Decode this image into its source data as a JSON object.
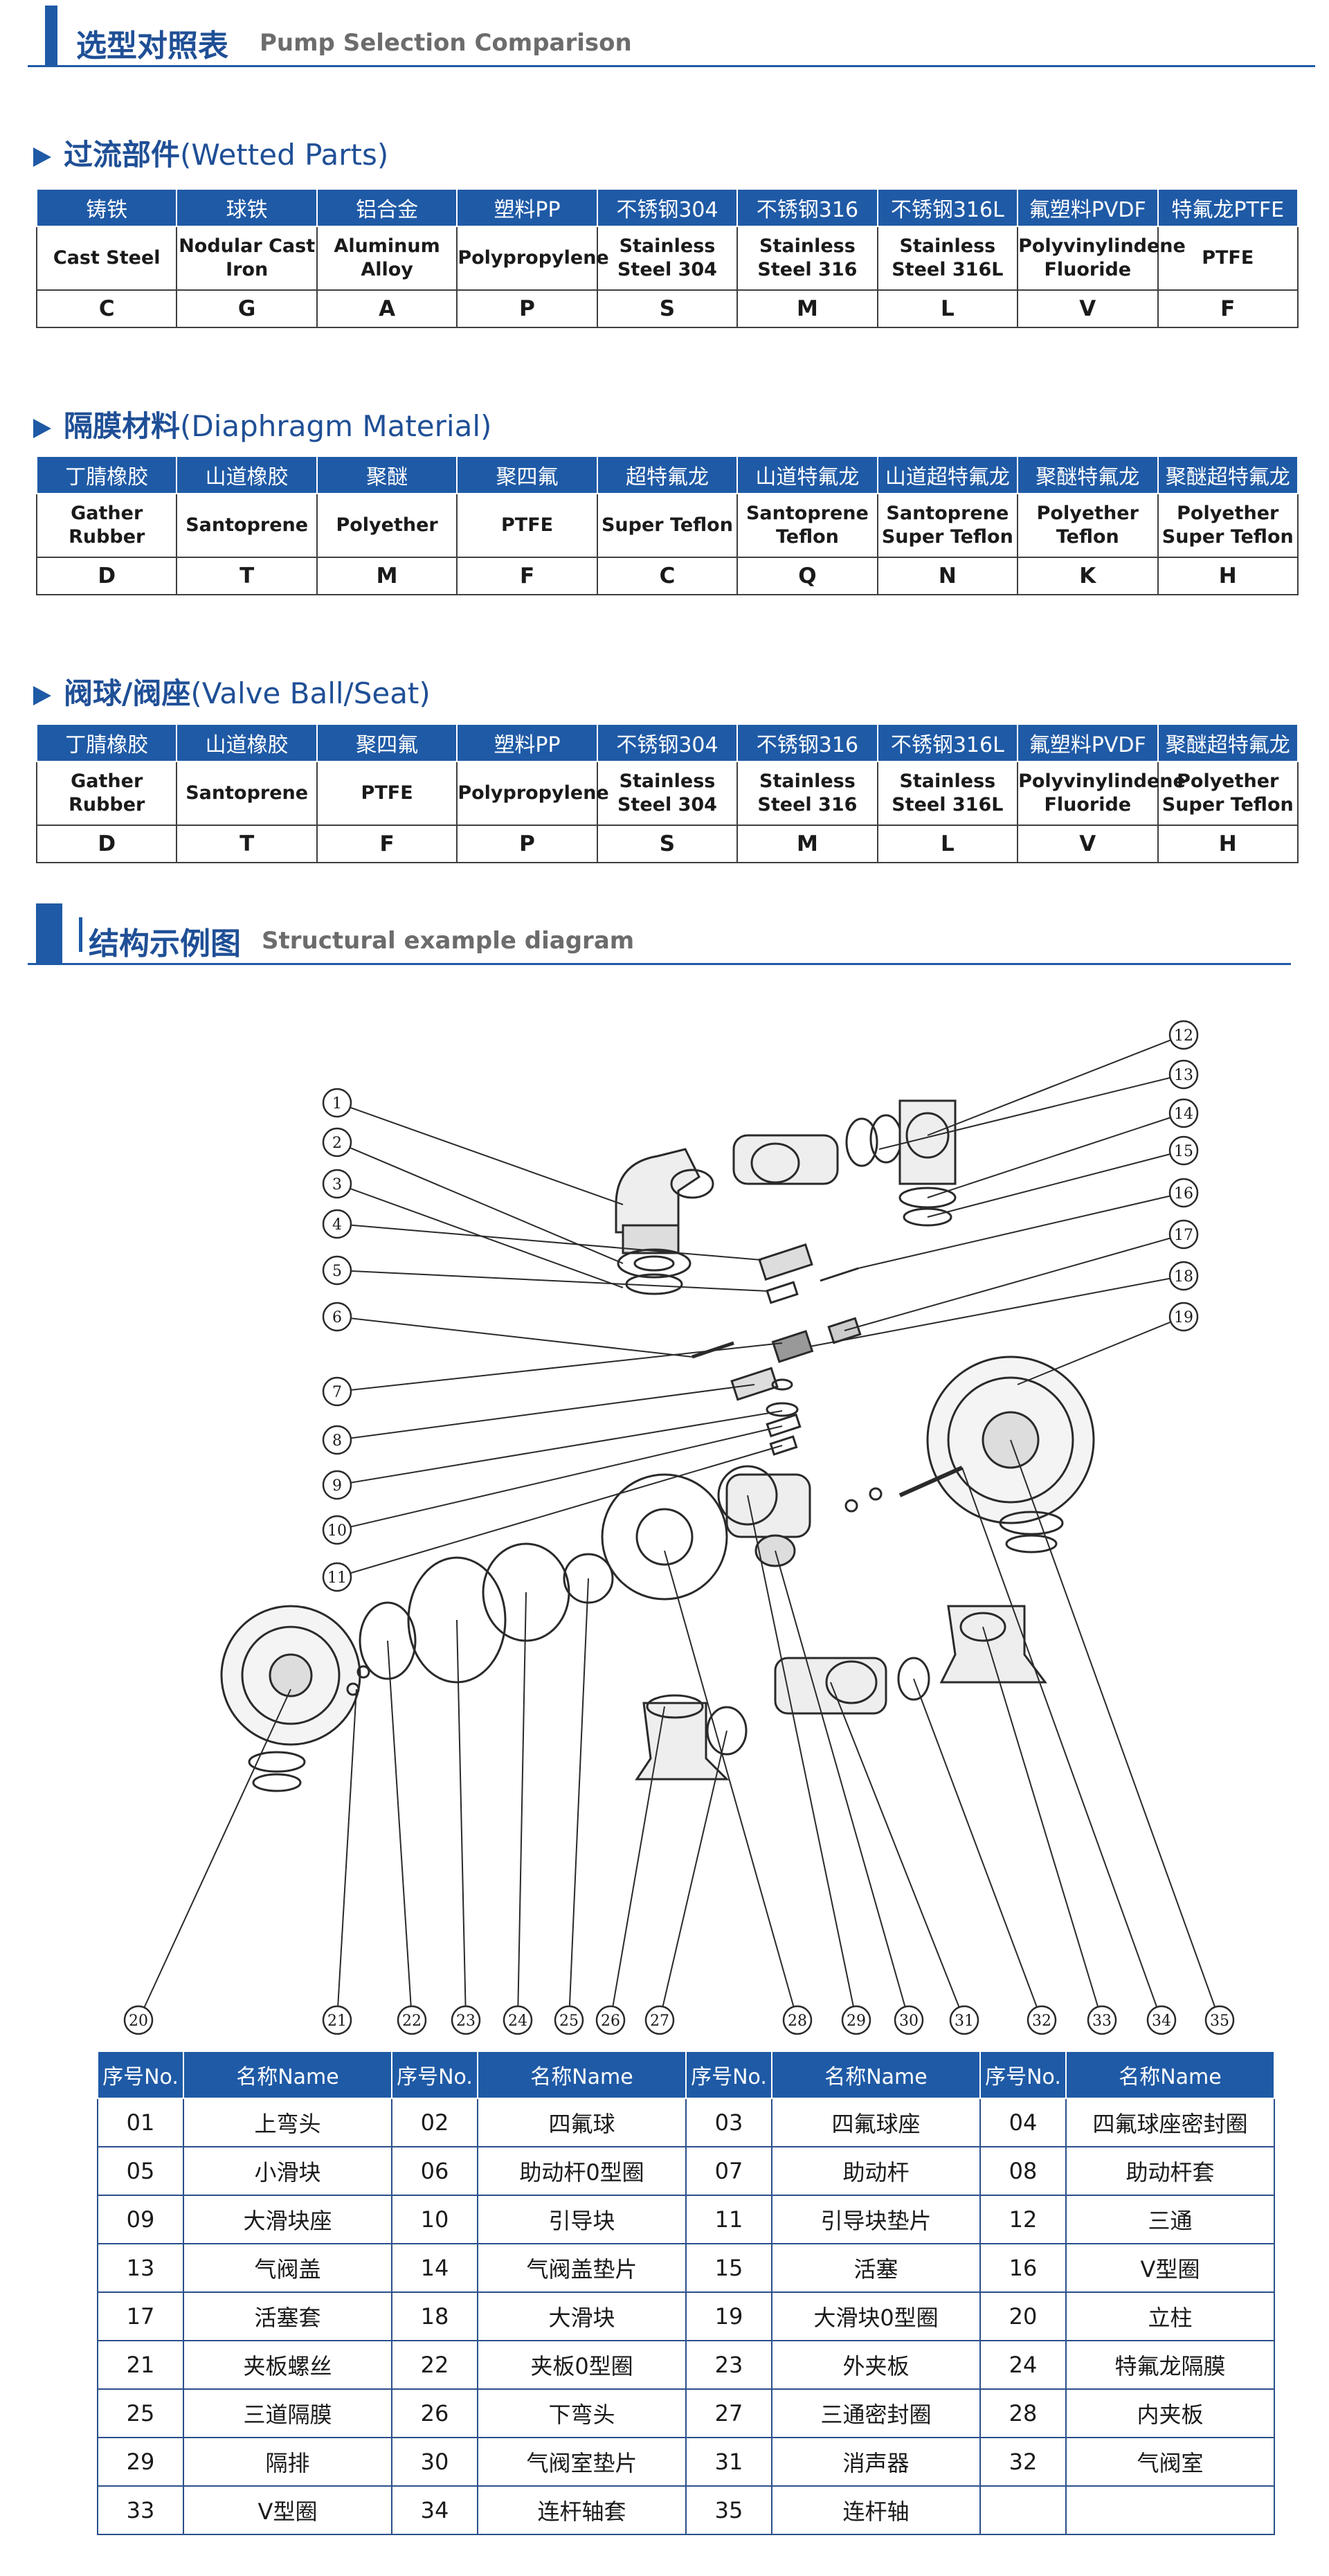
{
  "section1": {
    "title_zh": "选型对照表",
    "title_en": "Pump Selection Comparison"
  },
  "wetted": {
    "heading_zh": "过流部件",
    "heading_en": "(Wetted Parts)",
    "cols": [
      {
        "zh": "铸铁",
        "en": "Cast Steel",
        "code": "C"
      },
      {
        "zh": "球铁",
        "en": "Nodular Cast Iron",
        "code": "G"
      },
      {
        "zh": "铝合金",
        "en": "Aluminum Alloy",
        "code": "A"
      },
      {
        "zh": "塑料PP",
        "en": "Polypropylene",
        "code": "P"
      },
      {
        "zh": "不锈钢304",
        "en": "Stainless Steel 304",
        "code": "S"
      },
      {
        "zh": "不锈钢316",
        "en": "Stainless Steel 316",
        "code": "M"
      },
      {
        "zh": "不锈钢316L",
        "en": "Stainless Steel 316L",
        "code": "L"
      },
      {
        "zh": "氟塑料PVDF",
        "en": "Polyvinylindene Fluoride",
        "code": "V"
      },
      {
        "zh": "特氟龙PTFE",
        "en": "PTFE",
        "code": "F"
      }
    ]
  },
  "diaphragm": {
    "heading_zh": "隔膜材料",
    "heading_en": "(Diaphragm Material)",
    "cols": [
      {
        "zh": "丁腈橡胶",
        "en": "Gather Rubber",
        "code": "D"
      },
      {
        "zh": "山道橡胶",
        "en": "Santoprene",
        "code": "T"
      },
      {
        "zh": "聚醚",
        "en": "Polyether",
        "code": "M"
      },
      {
        "zh": "聚四氟",
        "en": "PTFE",
        "code": "F"
      },
      {
        "zh": "超特氟龙",
        "en": "Super Teflon",
        "code": "C"
      },
      {
        "zh": "山道特氟龙",
        "en": "Santoprene Teflon",
        "code": "Q"
      },
      {
        "zh": "山道超特氟龙",
        "en": "Santoprene Super Teflon",
        "code": "N"
      },
      {
        "zh": "聚醚特氟龙",
        "en": "Polyether Teflon",
        "code": "K"
      },
      {
        "zh": "聚醚超特氟龙",
        "en": "Polyether Super Teflon",
        "code": "H"
      }
    ]
  },
  "valve": {
    "heading_zh": "阀球/阀座",
    "heading_en": "(Valve Ball/Seat)",
    "cols": [
      {
        "zh": "丁腈橡胶",
        "en": "Gather Rubber",
        "code": "D"
      },
      {
        "zh": "山道橡胶",
        "en": "Santoprene",
        "code": "T"
      },
      {
        "zh": "聚四氟",
        "en": "PTFE",
        "code": "F"
      },
      {
        "zh": "塑料PP",
        "en": "Polypropylene",
        "code": "P"
      },
      {
        "zh": "不锈钢304",
        "en": "Stainless Steel 304",
        "code": "S"
      },
      {
        "zh": "不锈钢316",
        "en": "Stainless Steel 316",
        "code": "M"
      },
      {
        "zh": "不锈钢316L",
        "en": "Stainless Steel 316L",
        "code": "L"
      },
      {
        "zh": "氟塑料PVDF",
        "en": "Polyvinylindene Fluoride",
        "code": "V"
      },
      {
        "zh": "聚醚超特氟龙",
        "en": "Polyether Super Teflon",
        "code": "H"
      }
    ]
  },
  "section2": {
    "title_zh": "结构示例图",
    "title_en": "Structural example diagram"
  },
  "callouts": [
    "1",
    "2",
    "3",
    "4",
    "5",
    "6",
    "7",
    "8",
    "9",
    "10",
    "11",
    "12",
    "13",
    "14",
    "15",
    "16",
    "17",
    "18",
    "19",
    "20",
    "21",
    "22",
    "23",
    "24",
    "25",
    "26",
    "27",
    "28",
    "29",
    "30",
    "31",
    "32",
    "33",
    "34",
    "35"
  ],
  "parts_header": {
    "no": "序号No.",
    "name": "名称Name"
  },
  "parts": [
    {
      "no": "01",
      "name": "上弯头"
    },
    {
      "no": "02",
      "name": "四氟球"
    },
    {
      "no": "03",
      "name": "四氟球座"
    },
    {
      "no": "04",
      "name": "四氟球座密封圈"
    },
    {
      "no": "05",
      "name": "小滑块"
    },
    {
      "no": "06",
      "name": "助动杆0型圈"
    },
    {
      "no": "07",
      "name": "助动杆"
    },
    {
      "no": "08",
      "name": "助动杆套"
    },
    {
      "no": "09",
      "name": "大滑块座"
    },
    {
      "no": "10",
      "name": "引导块"
    },
    {
      "no": "11",
      "name": "引导块垫片"
    },
    {
      "no": "12",
      "name": "三通"
    },
    {
      "no": "13",
      "name": "气阀盖"
    },
    {
      "no": "14",
      "name": "气阀盖垫片"
    },
    {
      "no": "15",
      "name": "活塞"
    },
    {
      "no": "16",
      "name": "V型圈"
    },
    {
      "no": "17",
      "name": "活塞套"
    },
    {
      "no": "18",
      "name": "大滑块"
    },
    {
      "no": "19",
      "name": "大滑块0型圈"
    },
    {
      "no": "20",
      "name": "立柱"
    },
    {
      "no": "21",
      "name": "夹板螺丝"
    },
    {
      "no": "22",
      "name": "夹板0型圈"
    },
    {
      "no": "23",
      "name": "外夹板"
    },
    {
      "no": "24",
      "name": "特氟龙隔膜"
    },
    {
      "no": "25",
      "name": "三道隔膜"
    },
    {
      "no": "26",
      "name": "下弯头"
    },
    {
      "no": "27",
      "name": "三通密封圈"
    },
    {
      "no": "28",
      "name": "内夹板"
    },
    {
      "no": "29",
      "name": "隔排"
    },
    {
      "no": "30",
      "name": "气阀室垫片"
    },
    {
      "no": "31",
      "name": "消声器"
    },
    {
      "no": "32",
      "name": "气阀室"
    },
    {
      "no": "33",
      "name": "V型圈"
    },
    {
      "no": "34",
      "name": "连杆轴套"
    },
    {
      "no": "35",
      "name": "连杆轴"
    },
    {
      "no": "",
      "name": ""
    }
  ]
}
